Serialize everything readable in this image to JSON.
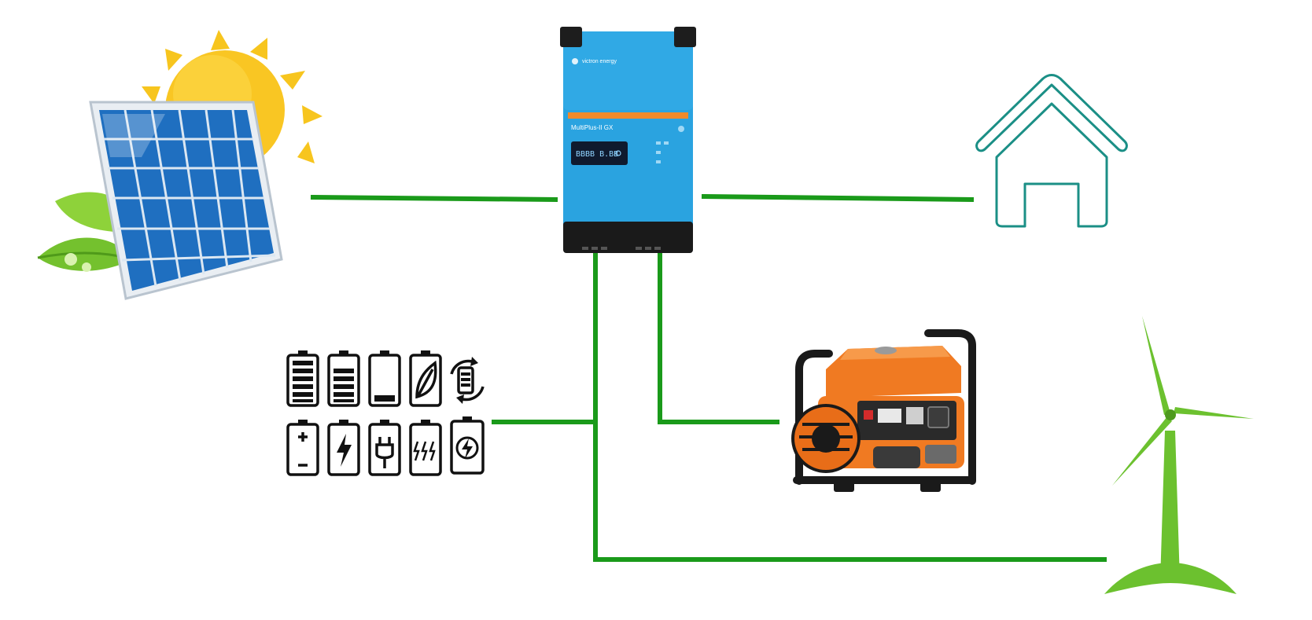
{
  "diagram": {
    "wire_color": "#1a9a1a",
    "house_color": "#1b8f86",
    "inverter": {
      "brand_text": "victron energy",
      "model_text": "MultiPlus-II GX",
      "lcd_text": "BBBB B.BB",
      "body_color": "#2aa3e0",
      "stripe_color": "#f08a2a"
    },
    "nodes": [
      {
        "id": "solar",
        "icon": "solar-panel-with-sun-icon"
      },
      {
        "id": "inverter",
        "icon": "inverter-charger-icon"
      },
      {
        "id": "house",
        "icon": "house-icon"
      },
      {
        "id": "batteries",
        "icon": "battery-icons-grid"
      },
      {
        "id": "generator",
        "icon": "generator-icon"
      },
      {
        "id": "wind",
        "icon": "wind-turbine-icon"
      }
    ],
    "connections": [
      {
        "from": "solar",
        "to": "inverter"
      },
      {
        "from": "inverter",
        "to": "house"
      },
      {
        "from": "inverter",
        "to": "batteries"
      },
      {
        "from": "inverter",
        "to": "generator"
      },
      {
        "from": "inverter",
        "to": "wind"
      }
    ]
  }
}
